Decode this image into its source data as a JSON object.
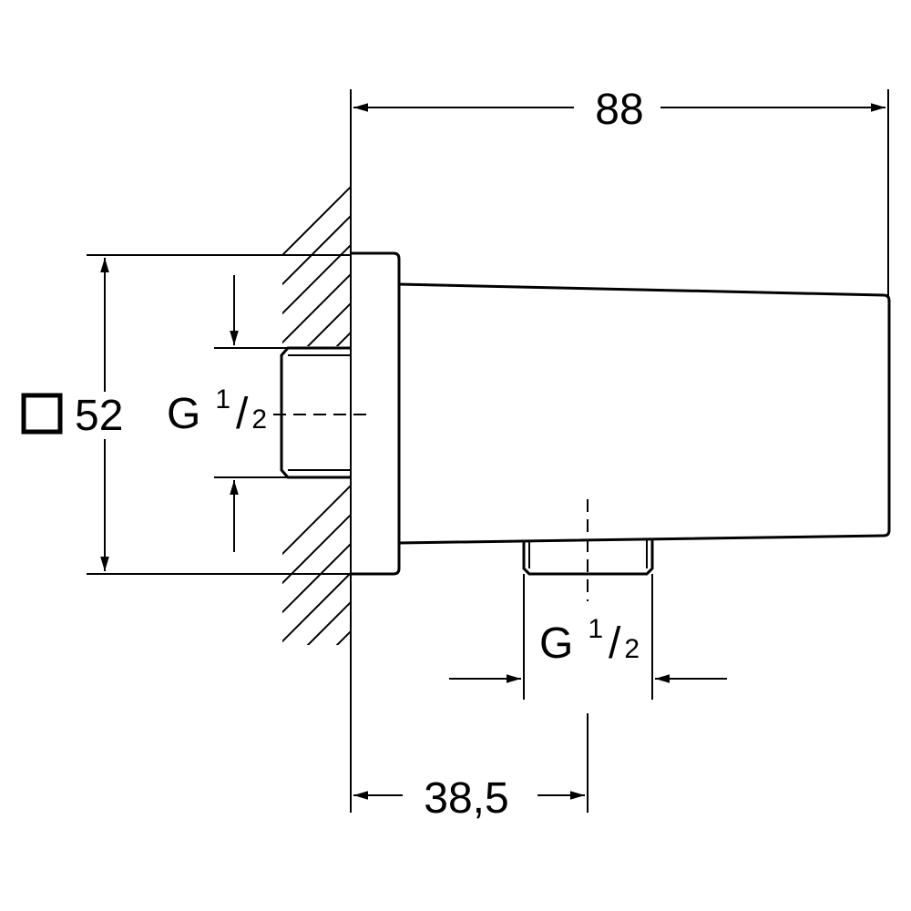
{
  "dimensions": {
    "width_total": "88",
    "square_symbol_label": "52",
    "outlet_offset": "38,5"
  },
  "threads": {
    "inlet": {
      "prefix": "G",
      "numerator": "1",
      "slash": "/",
      "denominator": "2"
    },
    "outlet": {
      "prefix": "G",
      "numerator": "1",
      "slash": "/",
      "denominator": "2"
    }
  }
}
